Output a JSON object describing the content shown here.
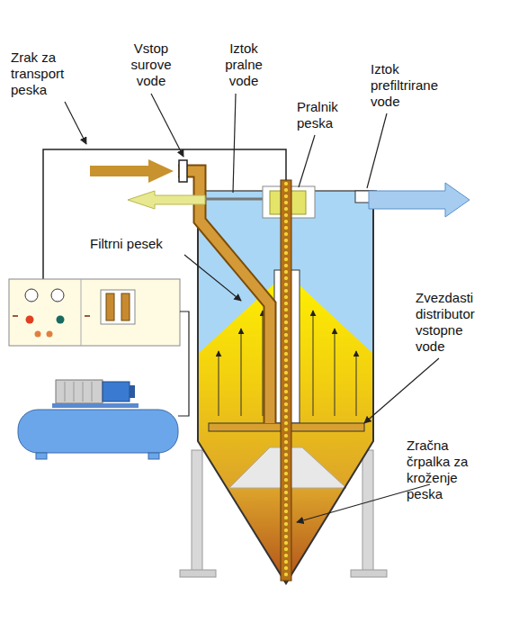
{
  "diagram": {
    "labels": [
      "Zrak za transport peska",
      "Vstop surove vode",
      "Iztok pralne vode",
      "Iztok prefiltrirane vode",
      "Pralnik peska",
      "Filtrni pesek",
      "Zvezdasti distributor vstopne vode",
      "Zračna črpalka za kroženje peska"
    ]
  }
}
